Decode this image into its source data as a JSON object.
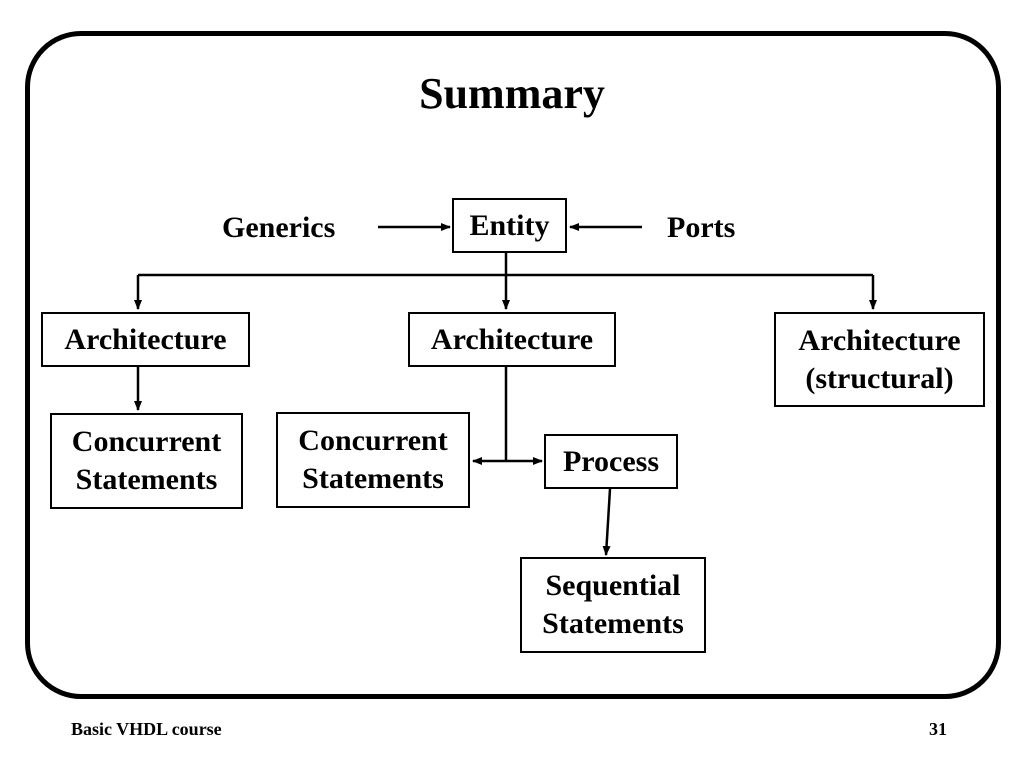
{
  "slide": {
    "title": "Summary",
    "footer_left": "Basic VHDL course",
    "page_number": "31"
  },
  "diagram": {
    "entity": "Entity",
    "generics": "Generics",
    "ports": "Ports",
    "architecture_left": "Architecture",
    "architecture_middle": "Architecture",
    "architecture_right_line1": "Architecture",
    "architecture_right_line2": "(structural)",
    "concurrent_left_line1": "Concurrent",
    "concurrent_left_line2": "Statements",
    "concurrent_middle_line1": "Concurrent",
    "concurrent_middle_line2": "Statements",
    "process": "Process",
    "sequential_line1": "Sequential",
    "sequential_line2": "Statements"
  }
}
